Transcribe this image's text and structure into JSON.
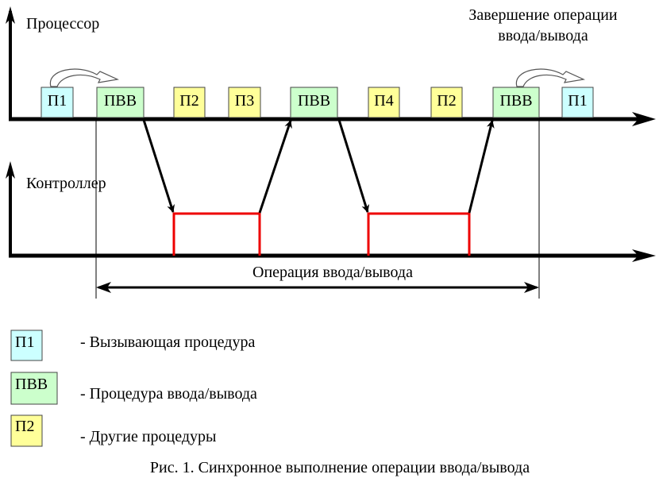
{
  "diagram": {
    "processor_label": "Процессор",
    "controller_label": "Контроллер",
    "completion_label_line1": "Завершение операции",
    "completion_label_line2": "ввода/вывода",
    "io_operation_label": "Операция ввода/вывода",
    "colors": {
      "p1": "#ccffff",
      "pvv": "#ccffcc",
      "other": "#ffff99",
      "controller_busy": "#ee0000",
      "axis": "#000000"
    },
    "processor_blocks": [
      {
        "label": "П1",
        "kind": "p1"
      },
      {
        "label": "ПВВ",
        "kind": "pvv"
      },
      {
        "label": "П2",
        "kind": "other"
      },
      {
        "label": "П3",
        "kind": "other"
      },
      {
        "label": "ПВВ",
        "kind": "pvv"
      },
      {
        "label": "П4",
        "kind": "other"
      },
      {
        "label": "П2",
        "kind": "other"
      },
      {
        "label": "ПВВ",
        "kind": "pvv"
      },
      {
        "label": "П1",
        "kind": "p1"
      }
    ]
  },
  "legend": [
    {
      "swatch_label": "П1",
      "kind": "p1",
      "text": "- Вызывающая процедура"
    },
    {
      "swatch_label": "ПВВ",
      "kind": "pvv",
      "text": "- Процедура ввода/вывода"
    },
    {
      "swatch_label": "П2",
      "kind": "other",
      "text": "- Другие процедуры"
    }
  ],
  "caption": "Рис. 1. Синхронное выполнение операции ввода/вывода"
}
